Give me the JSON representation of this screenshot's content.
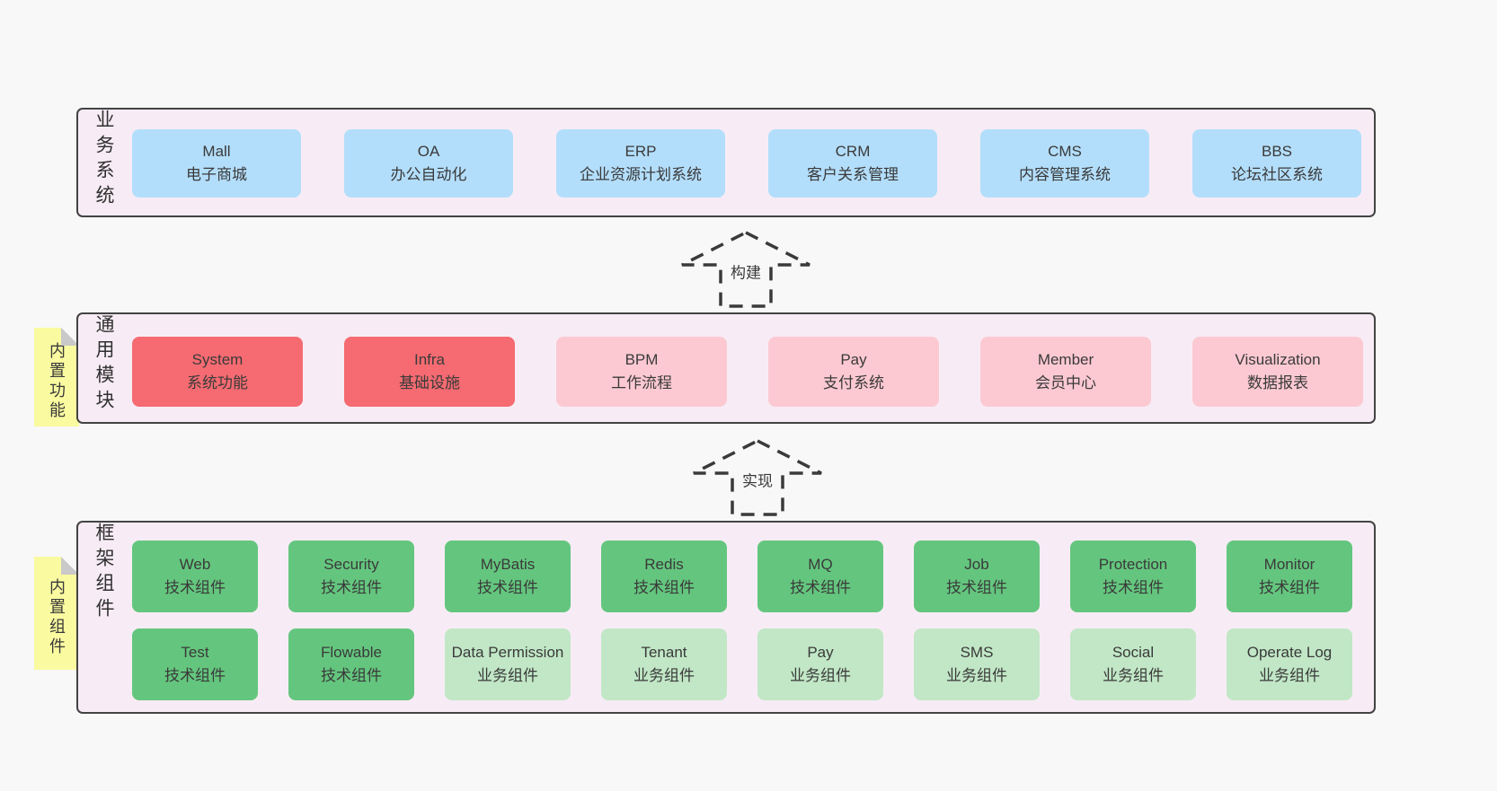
{
  "colors": {
    "page_bg": "#f8f8f8",
    "panel_bg": "#f7ecf5",
    "panel_border": "#434343",
    "blue_box": "#b3defb",
    "red_box": "#f56b71",
    "pink_box": "#fcc9d2",
    "green_box": "#64c67e",
    "light_green_box": "#c1e7c6",
    "sticky_note": "#fafaa0",
    "note_fold": "#c9c9c9",
    "text": "#3a3a3a"
  },
  "arrows": {
    "build": "构建",
    "implement": "实现"
  },
  "business": {
    "title": "业务系统",
    "boxes": [
      {
        "name": "Mall",
        "desc": "电子商城"
      },
      {
        "name": "OA",
        "desc": "办公自动化"
      },
      {
        "name": "ERP",
        "desc": "企业资源计划系统"
      },
      {
        "name": "CRM",
        "desc": "客户关系管理"
      },
      {
        "name": "CMS",
        "desc": "内容管理系统"
      },
      {
        "name": "BBS",
        "desc": "论坛社区系统"
      }
    ]
  },
  "modules": {
    "title": "通用模块",
    "note": "内置功能",
    "boxes": [
      {
        "name": "System",
        "desc": "系统功能"
      },
      {
        "name": "Infra",
        "desc": "基础设施"
      },
      {
        "name": "BPM",
        "desc": "工作流程"
      },
      {
        "name": "Pay",
        "desc": "支付系统"
      },
      {
        "name": "Member",
        "desc": "会员中心"
      },
      {
        "name": "Visualization",
        "desc": "数据报表"
      }
    ]
  },
  "components": {
    "title": "框架组件",
    "note": "内置组件",
    "row1": [
      {
        "name": "Web",
        "desc": "技术组件"
      },
      {
        "name": "Security",
        "desc": "技术组件"
      },
      {
        "name": "MyBatis",
        "desc": "技术组件"
      },
      {
        "name": "Redis",
        "desc": "技术组件"
      },
      {
        "name": "MQ",
        "desc": "技术组件"
      },
      {
        "name": "Job",
        "desc": "技术组件"
      },
      {
        "name": "Protection",
        "desc": "技术组件"
      },
      {
        "name": "Monitor",
        "desc": "技术组件"
      }
    ],
    "row2": [
      {
        "name": "Test",
        "desc": "技术组件"
      },
      {
        "name": "Flowable",
        "desc": "技术组件"
      },
      {
        "name": "Data Permission",
        "desc": "业务组件"
      },
      {
        "name": "Tenant",
        "desc": "业务组件"
      },
      {
        "name": "Pay",
        "desc": "业务组件"
      },
      {
        "name": "SMS",
        "desc": "业务组件"
      },
      {
        "name": "Social",
        "desc": "业务组件"
      },
      {
        "name": "Operate Log",
        "desc": "业务组件"
      }
    ]
  }
}
